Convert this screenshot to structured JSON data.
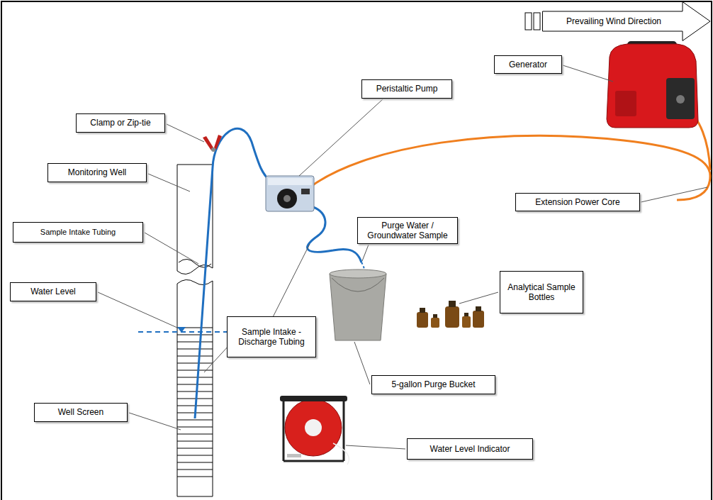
{
  "diagram": {
    "nodes": [
      {
        "text": [
          "Prevailing Wind Direction"
        ]
      },
      {
        "text": [
          "Generator"
        ]
      },
      {
        "text": [
          "Clamp or Zip-tie"
        ]
      },
      {
        "text": [
          "Peristaltic Pump"
        ]
      },
      {
        "text": [
          "Monitoring Well"
        ]
      },
      {
        "text": [
          "Extension Power Core"
        ]
      },
      {
        "text": [
          "Sample Intake Tubing"
        ]
      },
      {
        "text": [
          "Purge Water / Groundwater Sample"
        ]
      },
      {
        "text": [
          "Analytical Sample Bottles"
        ]
      },
      {
        "text": [
          "Water Level"
        ]
      },
      {
        "text": [
          "Sample Intake - Discharge Tubing"
        ]
      },
      {
        "text": [
          "5-gallon Purge Bucket"
        ]
      },
      {
        "text": [
          "Well Screen"
        ]
      },
      {
        "text": [
          "Water Level Indicator"
        ]
      }
    ]
  }
}
